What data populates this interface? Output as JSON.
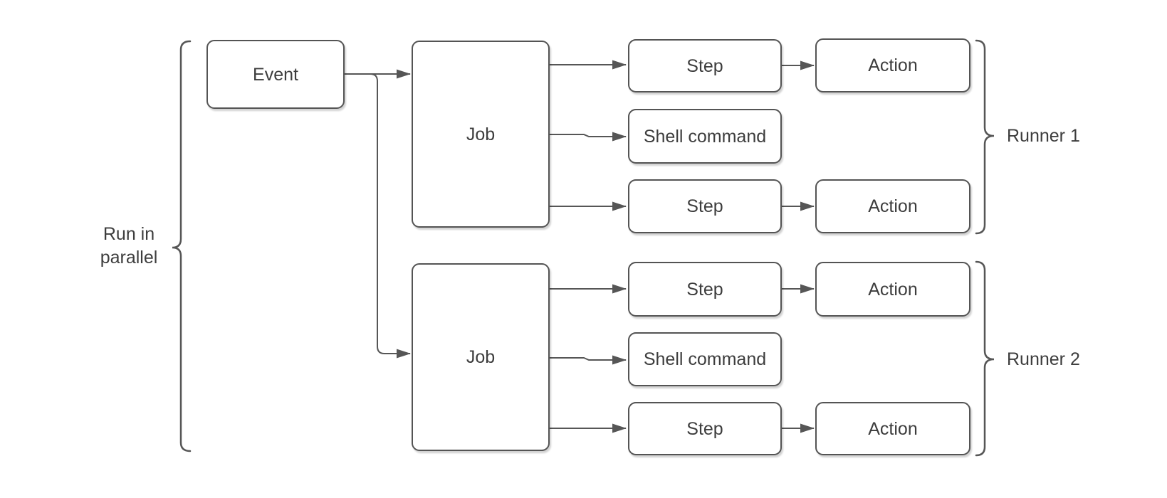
{
  "diagram": {
    "nodes": {
      "event": "Event",
      "job_1": "Job",
      "job_2": "Job",
      "step_1": "Step",
      "shell_command_1": "Shell command",
      "step_2": "Step",
      "step_3": "Step",
      "shell_command_2": "Shell command",
      "step_4": "Step",
      "action_1": "Action",
      "action_2": "Action",
      "action_3": "Action",
      "action_4": "Action"
    },
    "annotations": {
      "run_in_parallel": "Run in parallel",
      "runner_1": "Runner 1",
      "runner_2": "Runner 2"
    },
    "colors": {
      "node_border": "#545454",
      "node_fill": "#ffffff",
      "text": "#3d3d3d",
      "connector": "#565656",
      "background": "#ffffff"
    }
  }
}
